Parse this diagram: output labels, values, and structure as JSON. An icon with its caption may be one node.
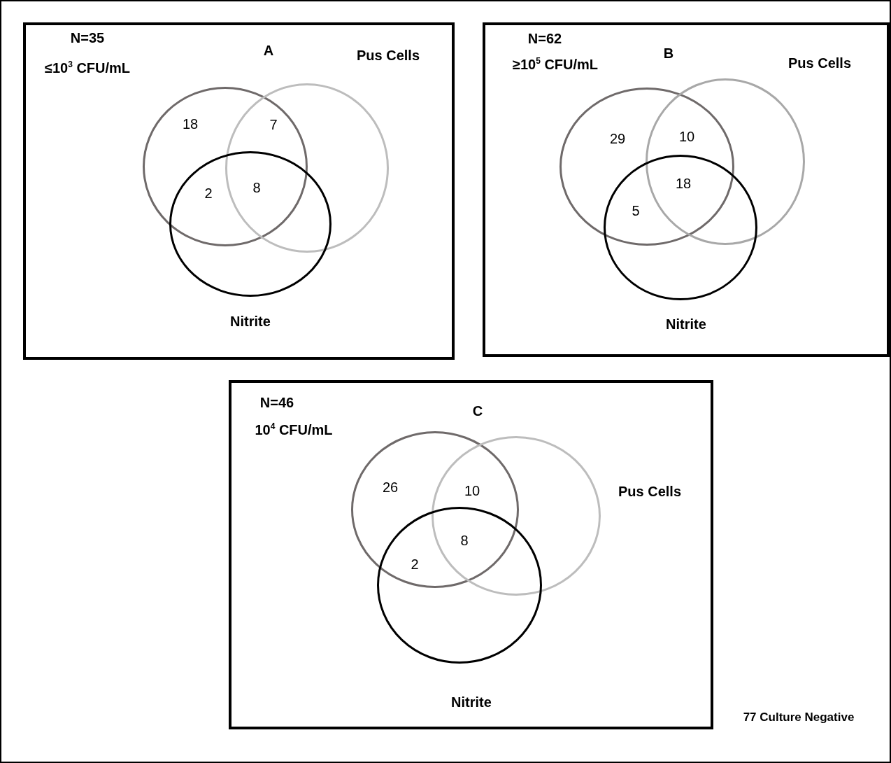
{
  "diagram": {
    "nodes": [
      {
        "text": [
          "N=35",
          "≤10$^{3}$ CFU/mL",
          "A"
        ]
      },
      {
        "text": [],
        "shape": "circle",
        "in": 0
      },
      {
        "text": [
          "Pus Cells"
        ],
        "in": 0
      },
      {
        "text": [
          "Nitrite"
        ],
        "in": 0
      },
      {
        "text": [
          "N=62",
          "≥10$^{5}$ CFU/mL",
          "B"
        ]
      },
      {
        "text": [],
        "shape": "circle",
        "in": 4
      },
      {
        "text": [
          "Pus Cells"
        ],
        "in": 4
      },
      {
        "text": [
          "Nitrite"
        ],
        "in": 4
      },
      {
        "text": [
          "N=46",
          "10$^{4}$ CFU/mL",
          "C"
        ]
      },
      {
        "text": [],
        "shape": "circle",
        "in": 8
      },
      {
        "text": [
          "Pus Cells"
        ],
        "in": 8
      },
      {
        "text": [
          "Nitrite"
        ],
        "in": 8
      }
    ],
    "edges": [],
    "labels": [
      "18",
      "7",
      "2",
      "8",
      "29",
      "10",
      "18",
      "5",
      "26",
      "10",
      "8",
      "2",
      "77 Culture Negative"
    ]
  }
}
